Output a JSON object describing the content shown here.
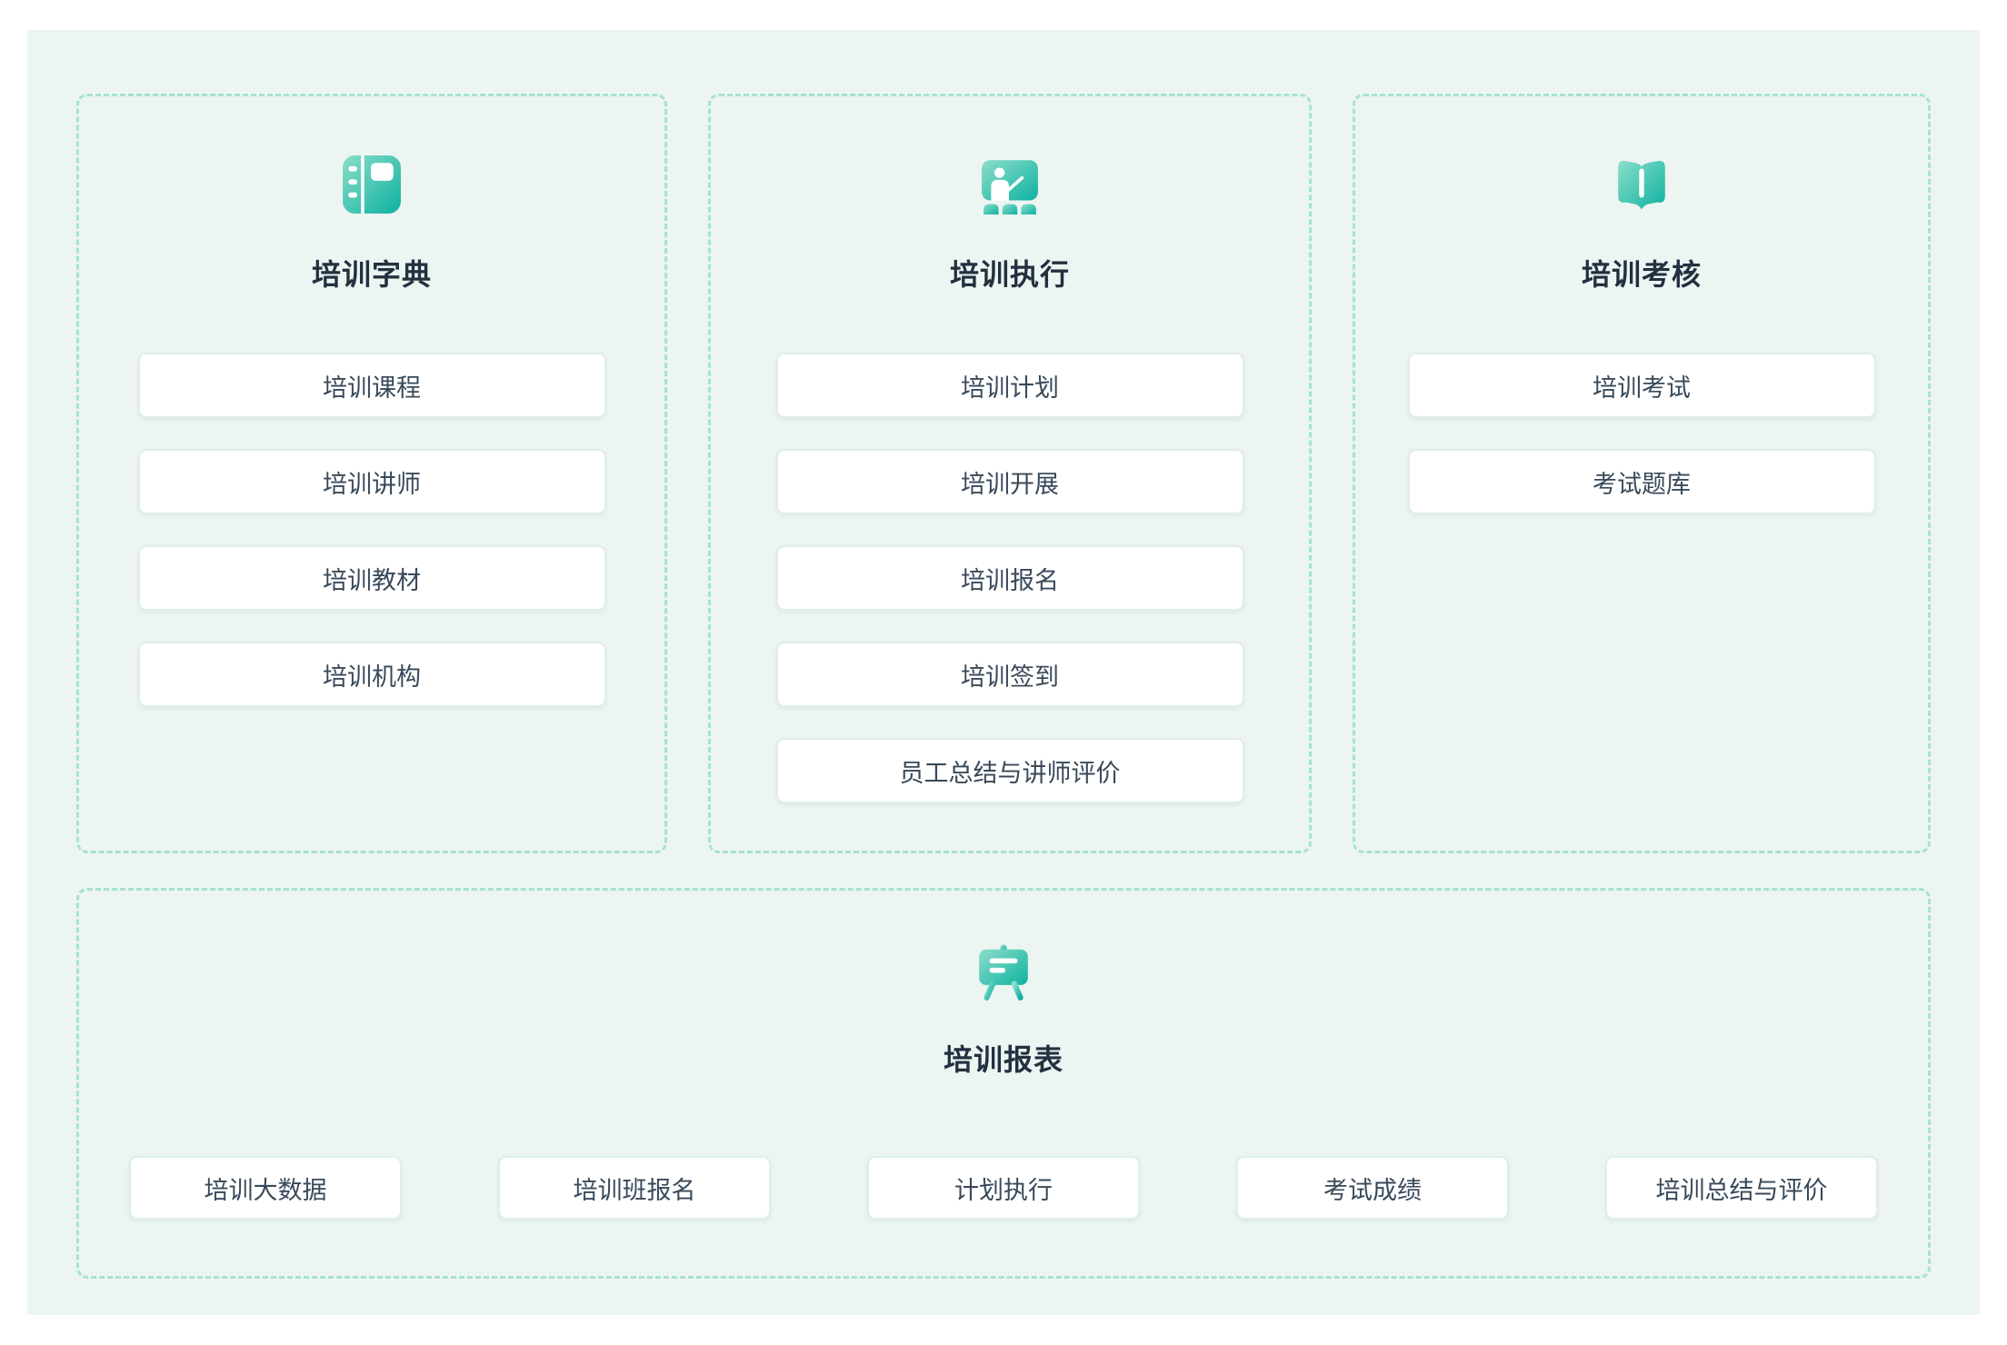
{
  "colors": {
    "canvas_background": "#ecf5f2",
    "dashed_border": "#a6e2d6",
    "icon_gradient_start": "#8adec9",
    "icon_gradient_end": "#0fb1a1",
    "title_text": "#22303f",
    "button_text": "#38495a",
    "button_border": "#e0edeb",
    "button_background": "#ffffff"
  },
  "panels": {
    "dictionary": {
      "title": "培训字典",
      "icon": "dictionary-icon",
      "items": [
        "培训课程",
        "培训讲师",
        "培训教材",
        "培训机构"
      ]
    },
    "execution": {
      "title": "培训执行",
      "icon": "teacher-board-icon",
      "items": [
        "培训计划",
        "培训开展",
        "培训报名",
        "培训签到",
        "员工总结与讲师评价"
      ]
    },
    "assessment": {
      "title": "培训考核",
      "icon": "open-book-icon",
      "items": [
        "培训考试",
        "考试题库"
      ]
    },
    "reports": {
      "title": "培训报表",
      "icon": "easel-report-icon",
      "items": [
        "培训大数据",
        "培训班报名",
        "计划执行",
        "考试成绩",
        "培训总结与评价"
      ]
    }
  }
}
